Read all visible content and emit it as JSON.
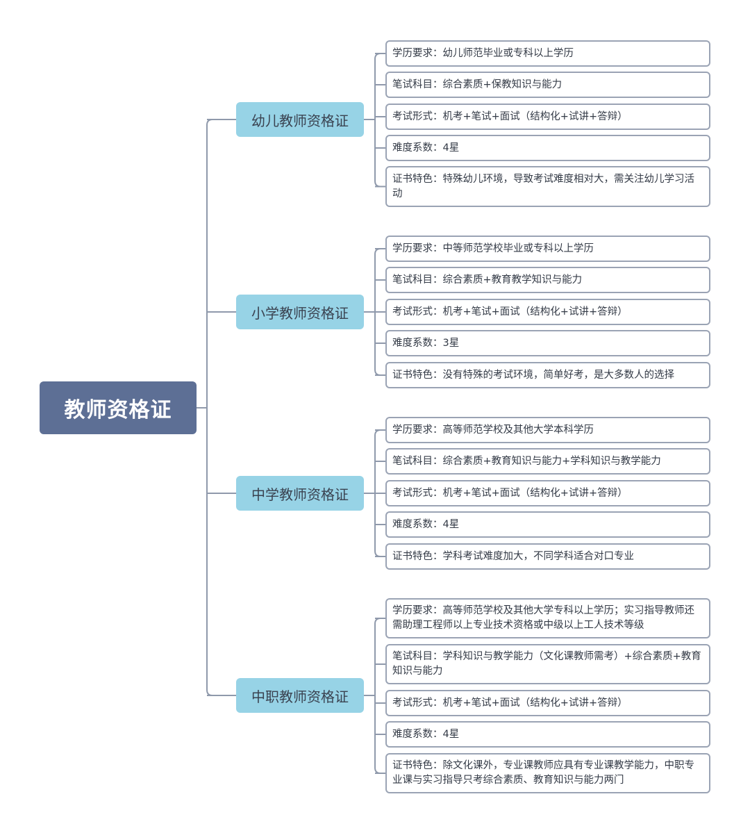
{
  "root": {
    "label": "教师资格证"
  },
  "branches": [
    {
      "label": "幼儿教师资格证",
      "items": [
        "学历要求：幼儿师范毕业或专科以上学历",
        "笔试科目：综合素质+保教知识与能力",
        "考试形式：机考+笔试+面试（结构化+试讲+答辩）",
        "难度系数：4星",
        "证书特色：特殊幼儿环境，导致考试难度相对大，需关注幼儿学习活动"
      ]
    },
    {
      "label": "小学教师资格证",
      "items": [
        "学历要求：中等师范学校毕业或专科以上学历",
        "笔试科目：综合素质+教育教学知识与能力",
        "考试形式：机考+笔试+面试（结构化+试讲+答辩）",
        "难度系数：3星",
        "证书特色：没有特殊的考试环境，简单好考，是大多数人的选择"
      ]
    },
    {
      "label": "中学教师资格证",
      "items": [
        "学历要求：高等师范学校及其他大学本科学历",
        "笔试科目：综合素质+教育知识与能力+学科知识与教学能力",
        "考试形式：机考+笔试+面试（结构化+试讲+答辩）",
        "难度系数：4星",
        "证书特色：学科考试难度加大，不同学科适合对口专业"
      ]
    },
    {
      "label": "中职教师资格证",
      "items": [
        "学历要求：高等师范学校及其他大学专科以上学历；实习指导教师还需助理工程师以上专业技术资格或中级以上工人技术等级",
        "笔试科目：学科知识与教学能力（文化课教师需考）+综合素质+教育知识与能力",
        "考试形式：机考+笔试+面试（结构化+试讲+答辩）",
        "难度系数：4星",
        "证书特色：除文化课外，专业课教师应具有专业课教学能力，中职专业课与实习指导只考综合素质、教育知识与能力两门"
      ]
    }
  ],
  "colors": {
    "root_bg": "#5d6f95",
    "branch_bg": "#97d3e6",
    "leaf_border": "#9aa3b4",
    "connector": "#8f99ab"
  }
}
